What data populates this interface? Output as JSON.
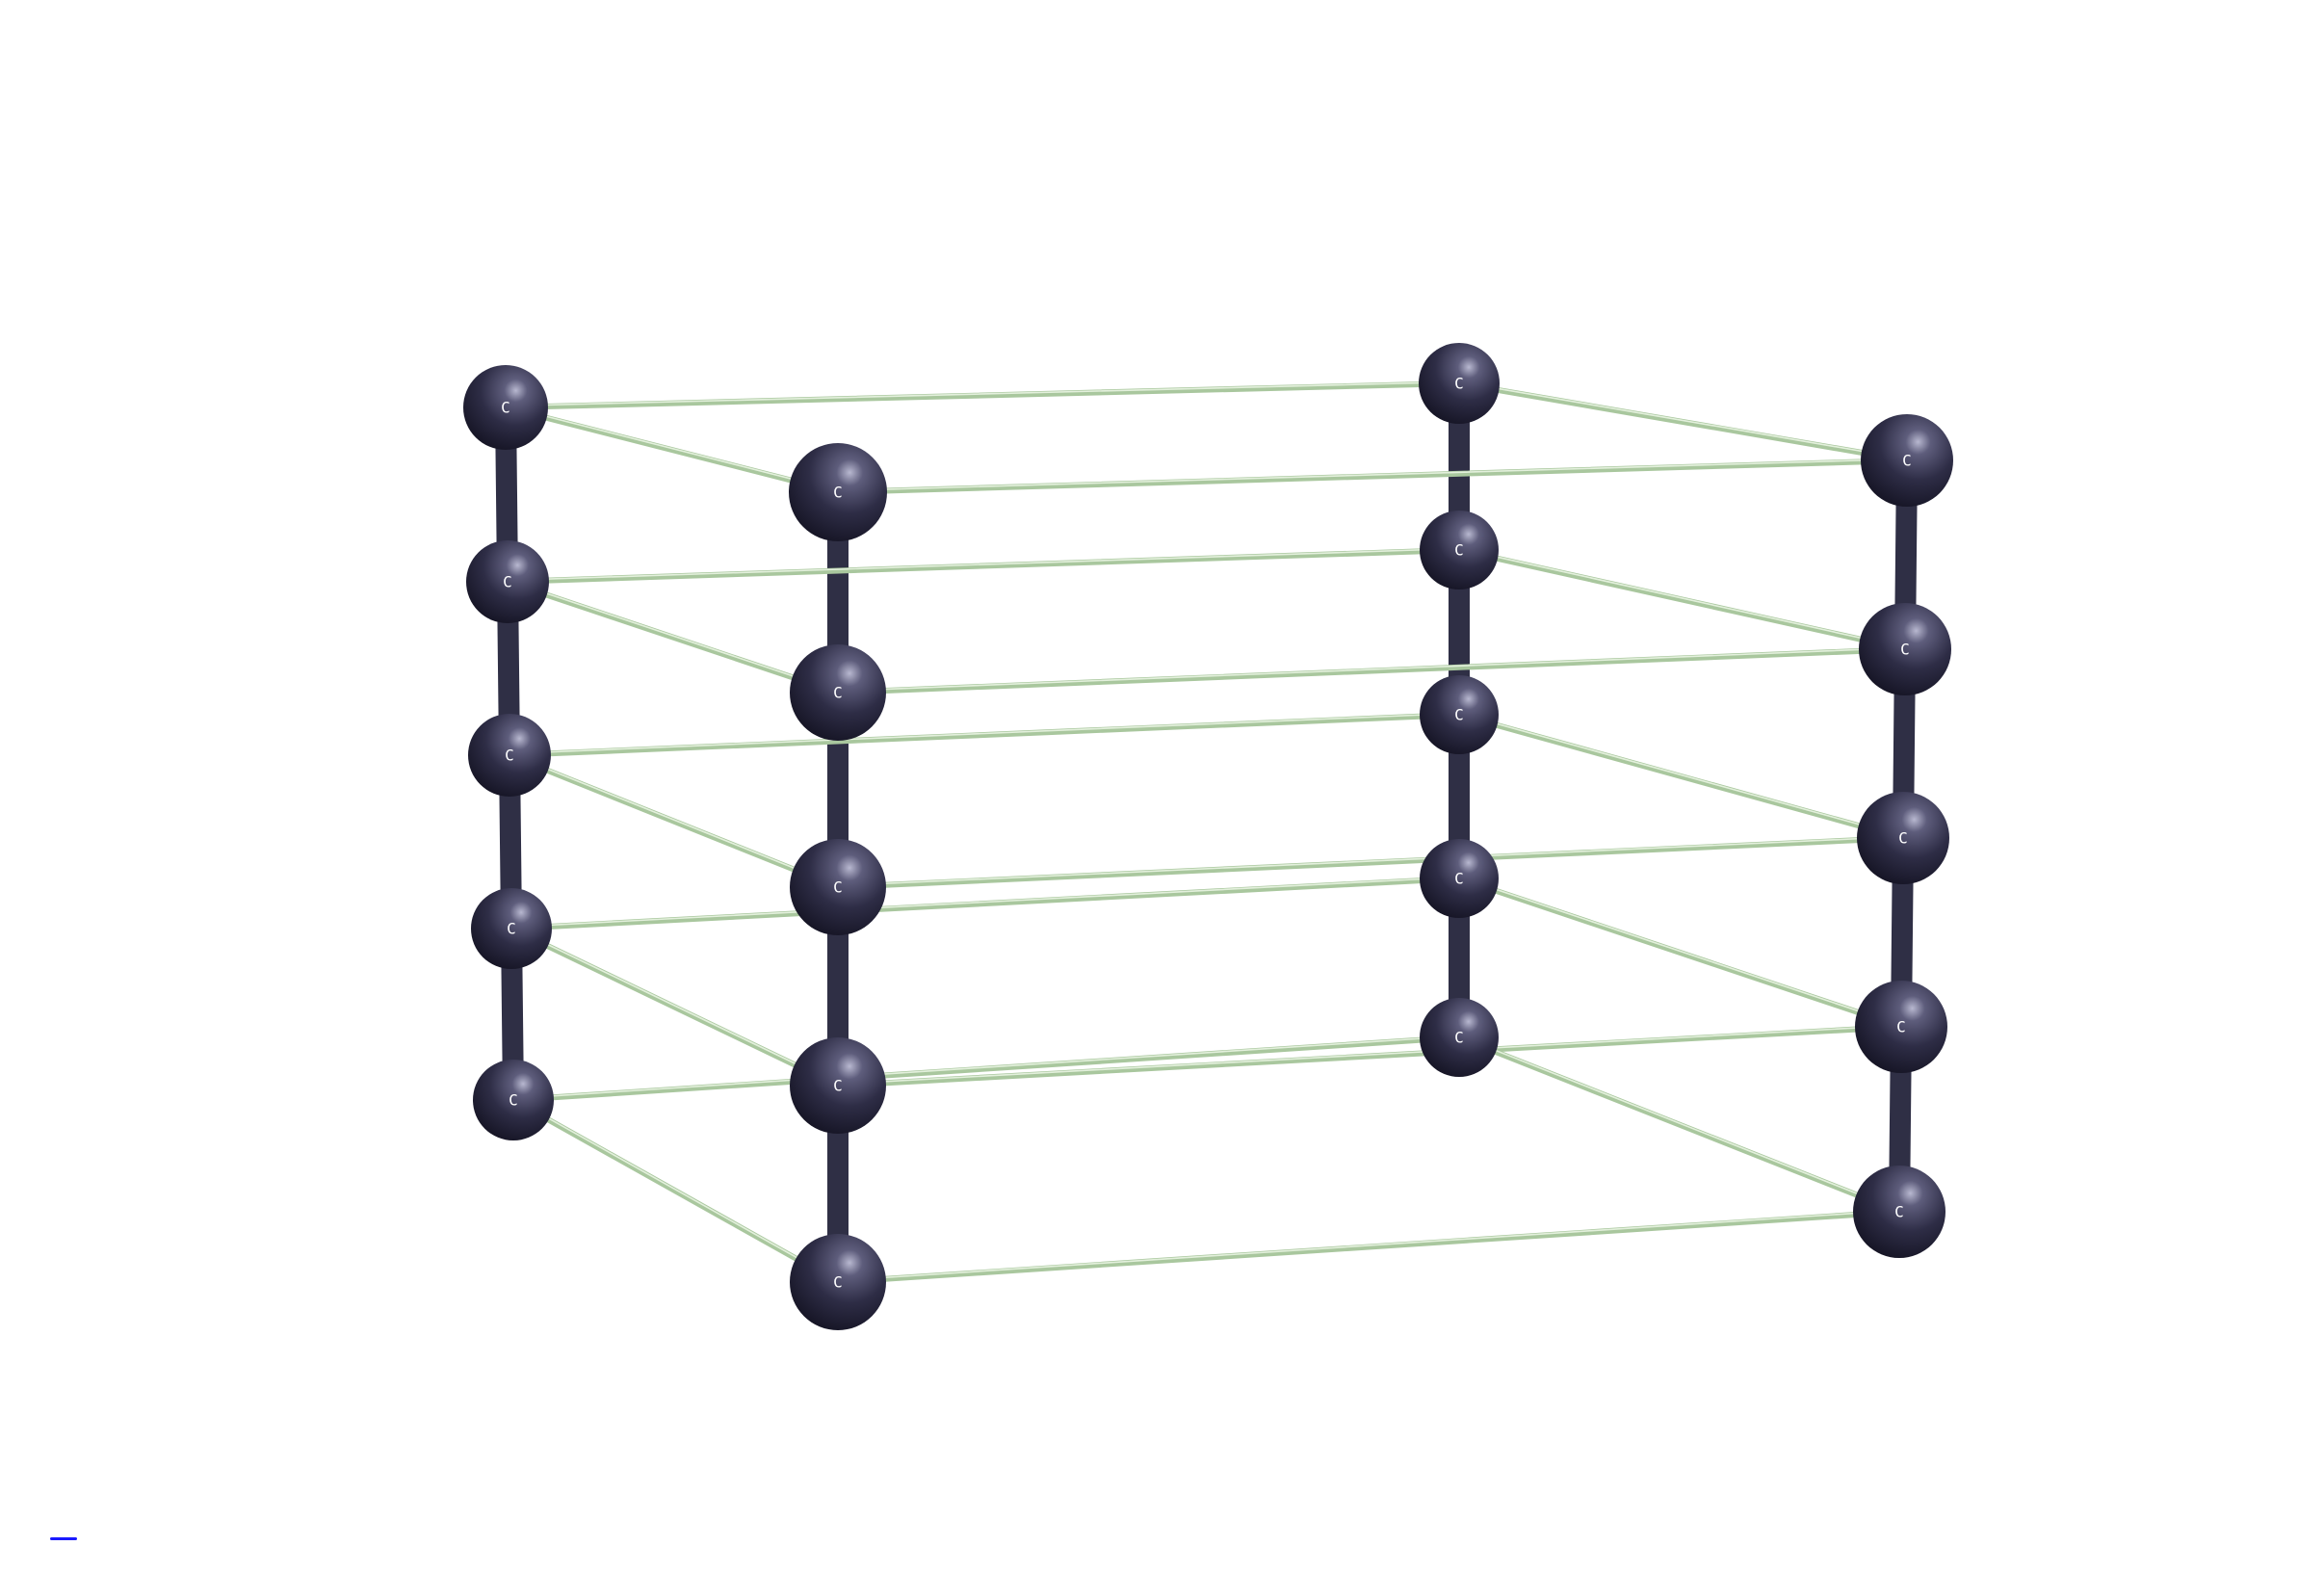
{
  "structure": {
    "atom_label": "C",
    "element": "C",
    "colors": {
      "background": "#ffffff",
      "atom": "#2e2d46",
      "atom_highlight": "#b8b8d0",
      "vertical_bond": "#2f2f45",
      "horizontal_bond": "#a9c79e",
      "axis_mark": "#1a1aff"
    },
    "columns": 4,
    "layers_per_column": 5
  }
}
